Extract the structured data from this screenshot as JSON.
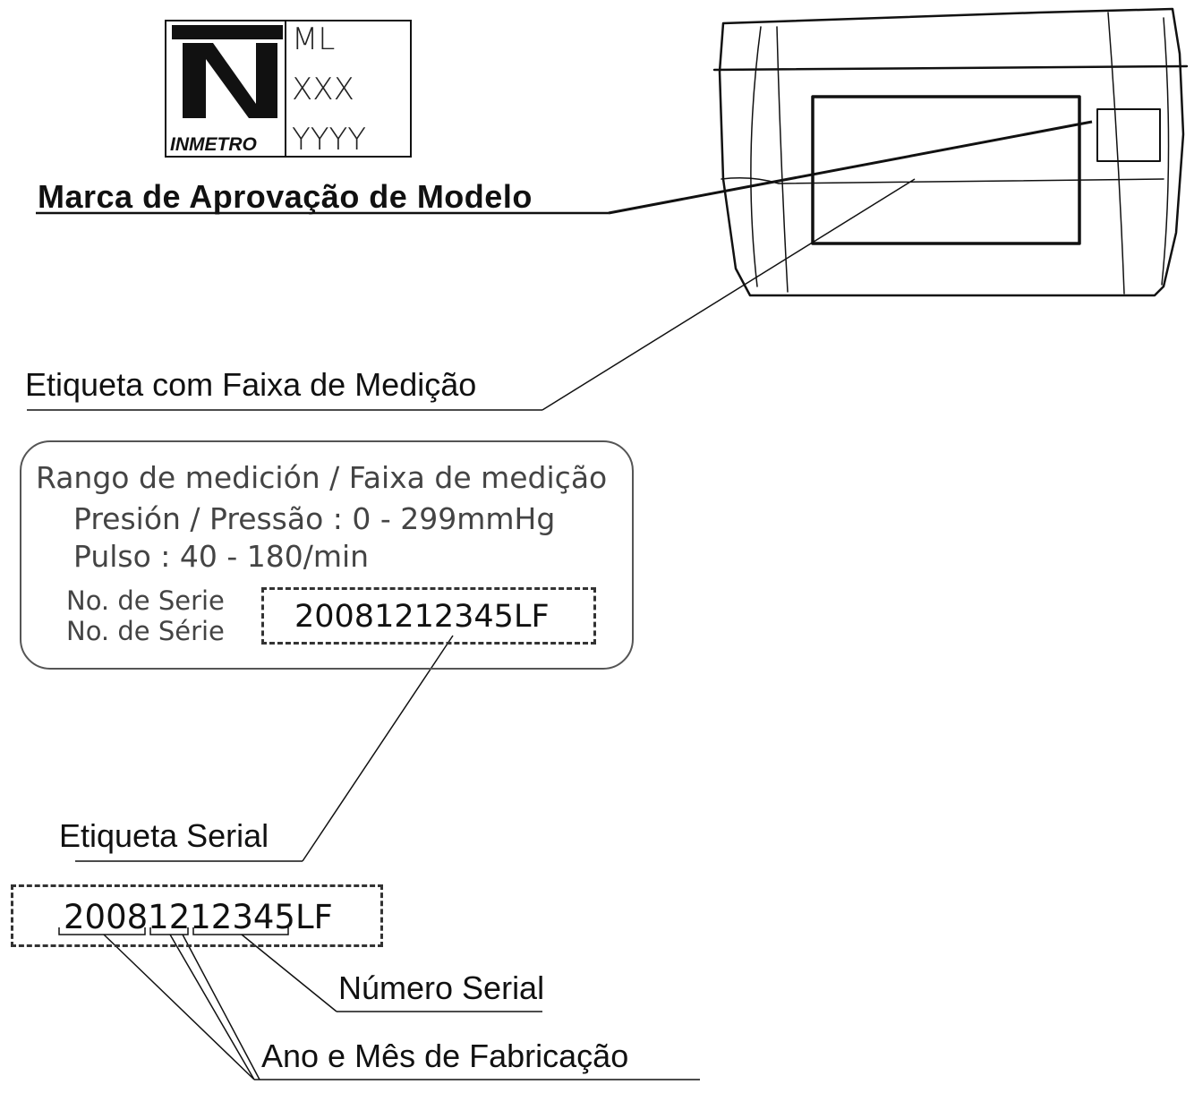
{
  "inmetro_mark": {
    "brand": "INMETRO",
    "codes": [
      "ML",
      "XXX",
      "YYYY"
    ]
  },
  "callouts": {
    "model_approval_mark": "Marca de Aprovação de Modelo",
    "range_label": "Etiqueta com Faixa de Medição",
    "serial_label": "Etiqueta Serial",
    "serial_number": "Número Serial",
    "manufacture_date": "Ano e Mês de Fabricação"
  },
  "range_label": {
    "heading": "Rango de medición / Faixa de medição",
    "pressure": "Presión / Pressão : 0 - 299mmHg",
    "pulse": "Pulso : 40 - 180/min",
    "serial_caption_es": "No. de Serie",
    "serial_caption_pt": "No. de Série",
    "serial_value": "20081212345LF"
  },
  "serial_example": {
    "value": "20081212345LF"
  }
}
